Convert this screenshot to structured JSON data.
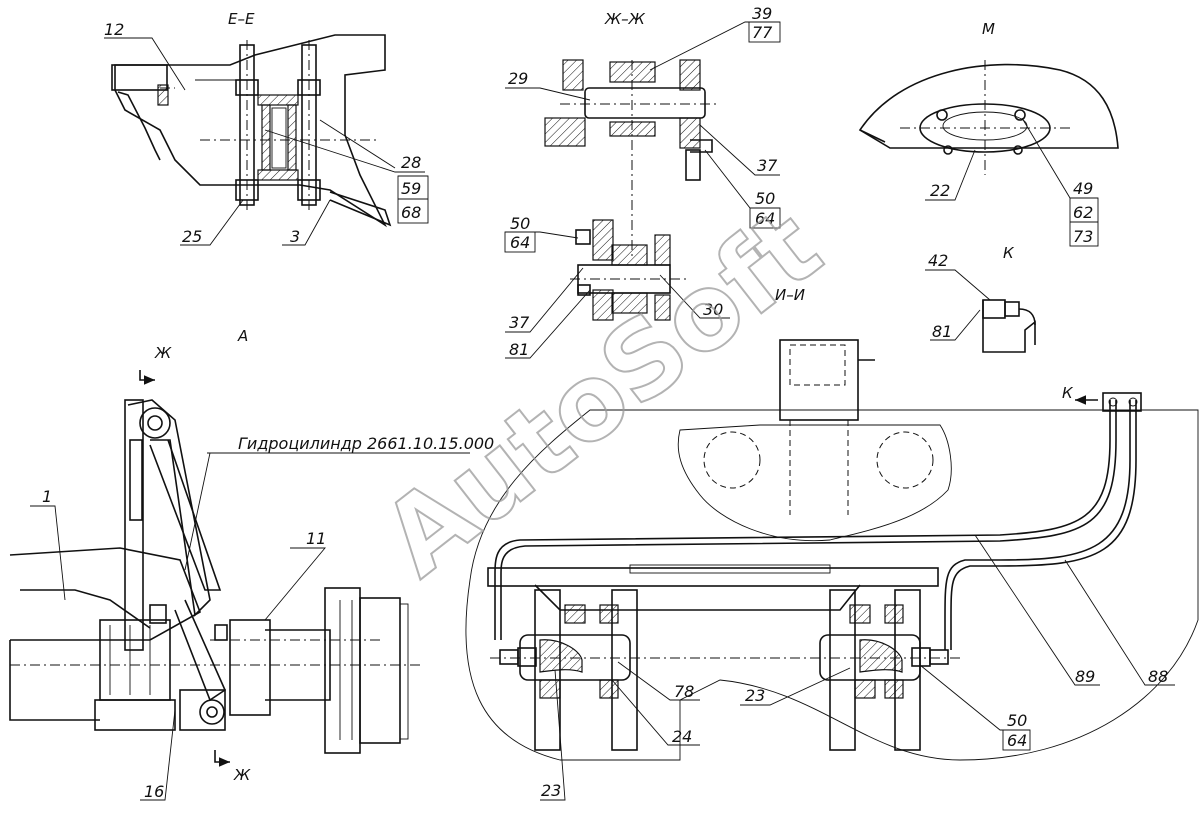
{
  "watermark": "AutoSoft",
  "sections": {
    "e_e": "Е–Е",
    "zh_zh": "Ж–Ж",
    "m": "М",
    "k": "К",
    "i_i": "И–И",
    "a": "А",
    "zh_top": "Ж",
    "zh_bottom": "Ж",
    "k_arrow": "К"
  },
  "callouts": {
    "c12": "12",
    "c28": "28",
    "c59": "59",
    "c68": "68",
    "c25": "25",
    "c3": "3",
    "c39": "39",
    "c77": "77",
    "c29": "29",
    "c37a": "37",
    "c50a": "50",
    "c64a": "64",
    "c50b": "50",
    "c64b": "64",
    "c37b": "37",
    "c30": "30",
    "c81a": "81",
    "c22": "22",
    "c49": "49",
    "c62": "62",
    "c73": "73",
    "c42": "42",
    "c81b": "81",
    "c1": "1",
    "c11": "11",
    "c16": "16",
    "c78": "78",
    "c24": "24",
    "c23a": "23",
    "c23b": "23",
    "c89": "89",
    "c88": "88",
    "c50c": "50",
    "c64c": "64"
  },
  "hydraulic_cylinder_label": "Гидроцилиндр 2661.10.15.000"
}
